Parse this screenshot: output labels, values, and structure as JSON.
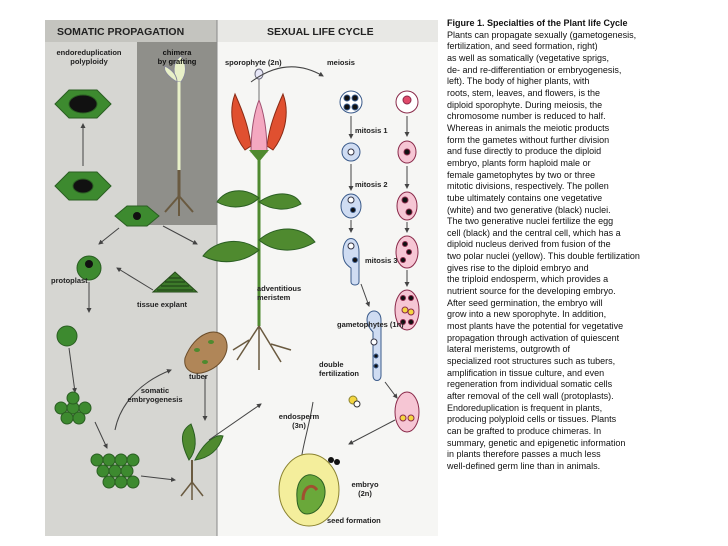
{
  "figure": {
    "panel_left_title": "SOMATIC PROPAGATION",
    "panel_right_title": "SEXUAL LIFE CYCLE",
    "labels": {
      "endoreduplication": "endoreduplication",
      "polyploidy": "polyploidy",
      "chimera": "chimera",
      "by_grafting": "by grafting",
      "sporophyte": "sporophyte (2n)",
      "meiosis": "meiosis",
      "mitosis1": "mitosis 1",
      "mitosis2": "mitosis 2",
      "mitosis3": "mitosis 3",
      "protoplast": "protoplast",
      "tissue_explant": "tissue explant",
      "adventitious": "adventitious",
      "meristem": "meristem",
      "gametophytes": "gametophytes (1n)",
      "tuber": "tuber",
      "somatic": "somatic",
      "embryogenesis": "embryogenesis",
      "double": "double",
      "fertilization": "fertilization",
      "endosperm": "endosperm",
      "endosperm_ploidy": "(3n)",
      "embryo": "embryo",
      "embryo_ploidy": "(2n)",
      "seed_formation": "seed formation"
    }
  },
  "caption": {
    "title": "Figure 1. Specialties of the Plant life Cycle",
    "lines": [
      "Plants can propagate sexually (gametogenesis,",
      "fertilization, and seed formation, right)",
      "as well as somatically (vegetative sprigs,",
      "de- and re-differentiation or embryogenesis,",
      "left). The body of higher plants, with",
      "roots, stem, leaves, and flowers, is the",
      "diploid sporophyte. During meiosis, the",
      "chromosome number is reduced to half.",
      "Whereas in animals the meiotic products",
      "form the gametes without further division",
      "and fuse directly to produce the diploid",
      "embryo, plants form haploid male or",
      "female gametophytes by two or three",
      "mitotic divisions, respectively. The pollen",
      "tube ultimately contains one vegetative",
      "(white) and two generative (black) nuclei.",
      "The two generative nuclei fertilize the egg",
      "cell (black) and the central cell, which has a",
      "diploid nucleus derived from fusion of the",
      "two polar nuclei (yellow). This double fertilization",
      "gives rise to the diploid embryo and",
      "the triploid endosperm, which provides a",
      "nutrient source for the developing embryo.",
      "After seed germination, the embryo will",
      "grow into a new sporophyte. In addition,",
      "most plants have the potential for vegetative",
      "propagation through activation of quiescent",
      "lateral meristems, outgrowth of",
      "specialized root structures such as tubers,",
      "amplification in tissue culture, and even",
      "regeneration from individual somatic cells",
      "after removal of the cell wall (protoplasts).",
      "Endoreduplication is frequent in plants,",
      "producing polyploid cells or tissues. Plants",
      "can be grafted to produce chimeras. In",
      "summary, genetic and epigenetic information",
      "in plants therefore passes a much less",
      "well-defined germ line than in animals."
    ]
  }
}
